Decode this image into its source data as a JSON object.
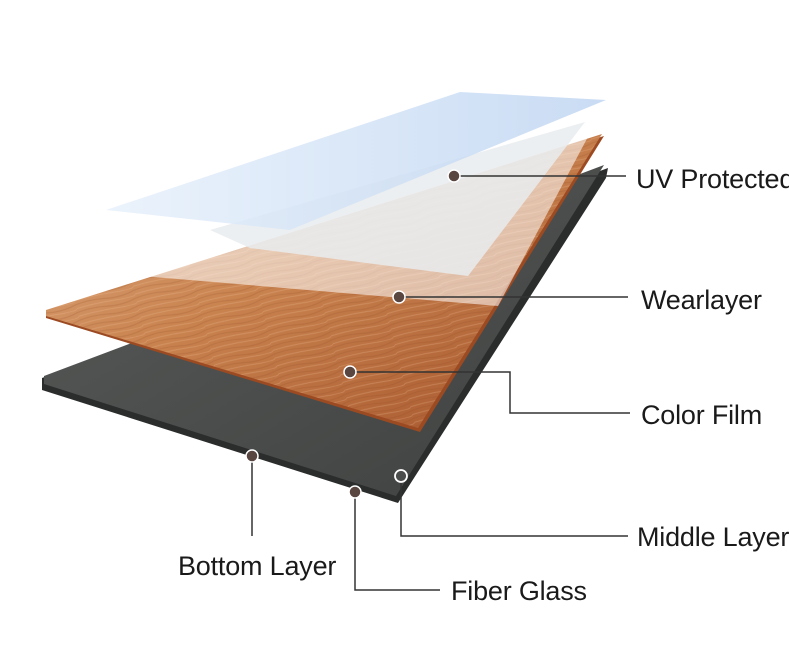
{
  "diagram": {
    "labels": {
      "uv_protected": "UV Protected",
      "wearlayer": "Wearlayer",
      "color_film": "Color Film",
      "middle_layer": "Middle Layer",
      "fiber_glass": "Fiber Glass",
      "bottom_layer": "Bottom Layer"
    },
    "colors": {
      "uv_layer": "#cfe0f7",
      "wear_layer": "#e9ecef",
      "wood_light": "#d9a37a",
      "wood_dark": "#a8552a",
      "core_layer": "#4b4d4c",
      "leader_line": "#333333",
      "marker": "#5a4640"
    }
  }
}
